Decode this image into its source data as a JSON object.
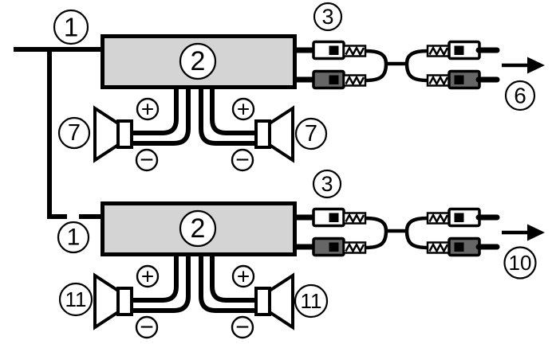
{
  "colors": {
    "background": "#ffffff",
    "line": "#000000",
    "unit_fill": "#d4d4d4",
    "plug_white_fill": "#ffffff",
    "plug_gray_fill": "#666666"
  },
  "symbols": {
    "plus": "+",
    "minus": "−"
  },
  "icons": {
    "output_arrow": "arrow-right"
  },
  "sections": {
    "top": {
      "wire_label": "1",
      "unit_label": "2",
      "rca_label": "3",
      "output_label": "6",
      "speaker_left_label": "7",
      "speaker_right_label": "7"
    },
    "bottom": {
      "wire_label": "1",
      "unit_label": "2",
      "rca_label": "3",
      "output_label": "10",
      "speaker_left_label": "11",
      "speaker_right_label": "11"
    }
  }
}
